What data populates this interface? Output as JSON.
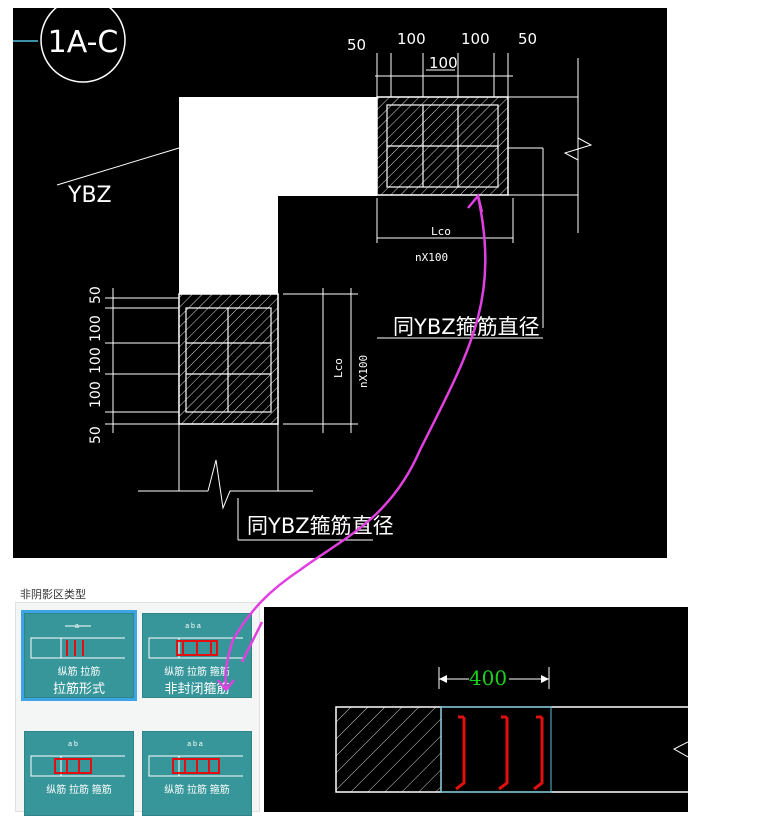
{
  "top_drawing": {
    "axis_tag": "1A-C",
    "ybz_label": "YBZ",
    "top_dims": [
      "50",
      "100",
      "100",
      "100",
      "50"
    ],
    "lco_top": "Lco",
    "nx100_top": "nX100",
    "note_right": "同YBZ箍筋直径",
    "left_dims": [
      "50",
      "100",
      "100",
      "100",
      "50"
    ],
    "lco_side": "Lco",
    "nx100_side": "nX100",
    "note_bottom": "同YBZ箍筋直径"
  },
  "selector": {
    "title": "非阴影区类型",
    "tiles": [
      {
        "caption": "拉筋形式",
        "sublabels": "纵筋   拉筋",
        "dim": "a",
        "selected": true
      },
      {
        "caption": "非封闭箍筋",
        "sublabels": "纵筋  拉筋  箍筋",
        "dim": "a  b  a",
        "selected": false
      },
      {
        "caption": "",
        "sublabels": "纵筋  拉筋   箍筋",
        "dim": "a  b",
        "selected": false
      },
      {
        "caption": "",
        "sublabels": "纵筋  拉筋  箍筋",
        "dim": "a  b  a",
        "selected": false
      }
    ]
  },
  "preview": {
    "dimension": "400"
  },
  "colors": {
    "annotation": "#e040e0",
    "rebar": "#e01010",
    "dim_green": "#19d119",
    "tile_bg": "#36969a",
    "selected_outline": "#3da5e6"
  }
}
